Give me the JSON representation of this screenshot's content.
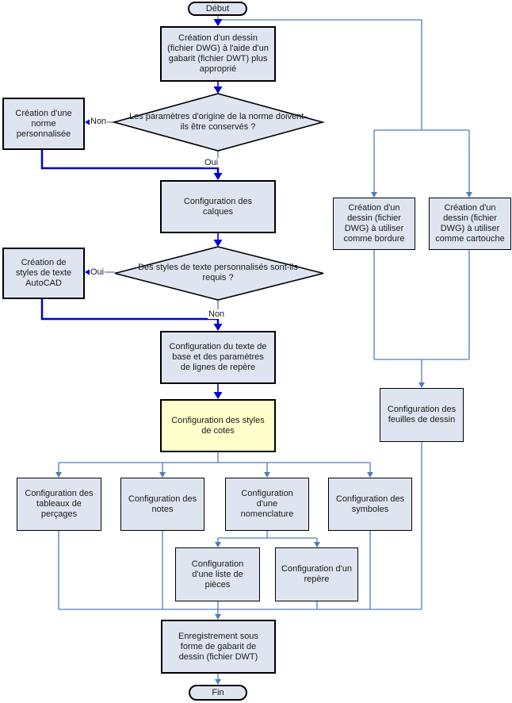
{
  "diagram": {
    "type": "flowchart",
    "language": "fr",
    "nodes": {
      "debut": "Début",
      "creation_dessin_gabarit": "Création d'un dessin (fichier DWG) à l'aide d'un gabarit (fichier DWT) plus approprié",
      "q_norme": "Les paramètres d'origine de la norme doivent-ils être conservés ?",
      "creation_norme": "Création d'une norme personnalisée",
      "config_calques": "Configuration des calques",
      "q_styles_texte": "Des styles de texte personnalisés sont-ils requis ?",
      "creation_styles_texte": "Création de styles de texte AutoCAD",
      "config_texte_base": "Configuration du texte de base et des paramètres de lignes de repère",
      "config_styles_cotes": "Configuration des styles de cotes",
      "config_tableaux_percages": "Configuration des tableaux de perçages",
      "config_notes": "Configuration des notes",
      "config_nomenclature": "Configuration d'une nomenclature",
      "config_symboles": "Configuration des symboles",
      "config_liste_pieces": "Configuration d'une liste de pièces",
      "config_repere": "Configuration d'un repère",
      "creation_bordure": "Création d'un dessin (fichier DWG) à utiliser comme bordure",
      "creation_cartouche": "Création d'un dessin (fichier DWG) à utiliser comme cartouche",
      "config_feuilles": "Configuration des feuilles de dessin",
      "enregistrement": "Enregistrement sous forme de gabarit de dessin (fichier DWT)",
      "fin": "Fin"
    },
    "edge_labels": {
      "non_norme": "Non",
      "oui_norme": "Oui",
      "oui_styles": "Oui",
      "non_styles": "Non"
    },
    "colors": {
      "node_fill": "#dfe5f0",
      "highlight_fill": "#ffffcc",
      "node_border": "#000000",
      "main_arrow_blue": "#0000d6",
      "tree_line_blue": "#4f7dbd"
    }
  }
}
